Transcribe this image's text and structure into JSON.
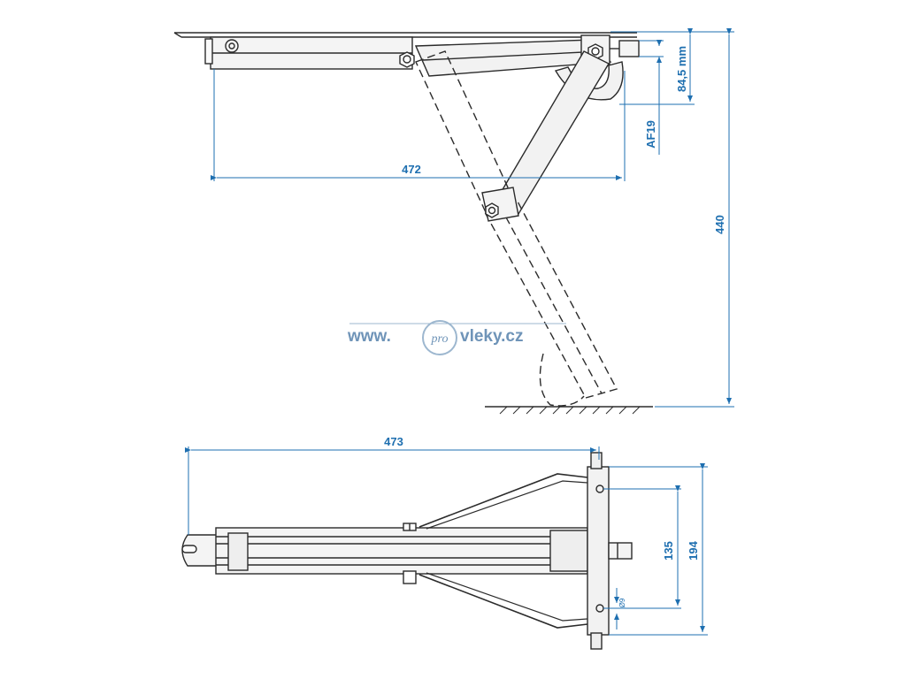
{
  "colors": {
    "dimension": "#1e6fb0",
    "line": "#2b2b2b",
    "fill": "#f2f2f2",
    "watermark": "#6f94b8"
  },
  "side_view": {
    "width_label": "472",
    "height_label": "440",
    "top_height_label": "84,5 mm",
    "wrench_label": "AF19"
  },
  "top_view": {
    "length_label": "473",
    "width_label": "194",
    "hole_spacing_label": "135",
    "hole_label": "Ø9"
  },
  "watermark": {
    "prefix": "www.",
    "circle": "pro",
    "suffix": "vleky.cz"
  }
}
